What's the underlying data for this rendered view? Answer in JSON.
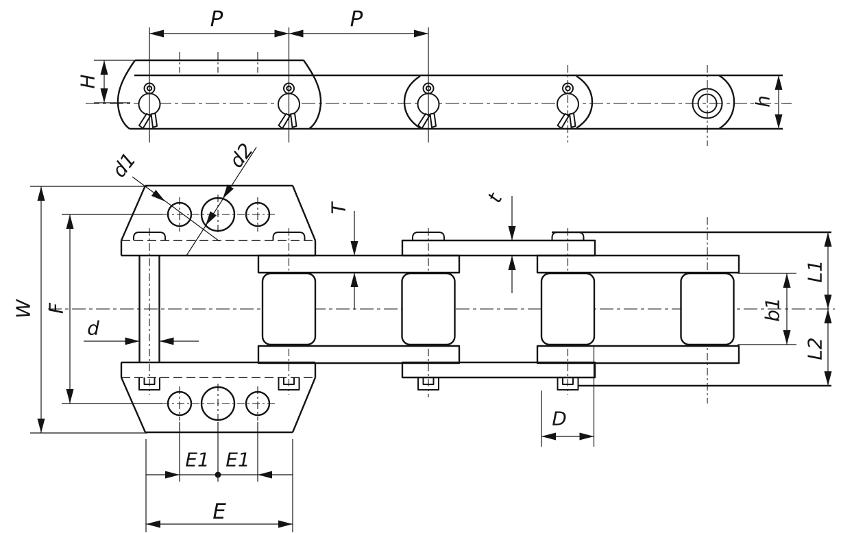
{
  "colors": {
    "line": "#141414",
    "background": "#ffffff"
  },
  "labels": {
    "pitch_left": "P",
    "pitch_right": "P",
    "attachment_height": "H",
    "plate_height": "h",
    "small_hole_dia": "d1",
    "large_hole_dia": "d2",
    "overall_width": "W",
    "hole_line_span": "F",
    "pin_dia": "d",
    "inner_plate_thickness": "T",
    "outer_plate_thickness": "t",
    "inner_width": "b1",
    "pin_length_top": "L1",
    "pin_length_bottom": "L2",
    "roller_dia": "D",
    "hole_offset_left": "E1",
    "hole_offset_right": "E1",
    "hole_outer_span": "E"
  }
}
